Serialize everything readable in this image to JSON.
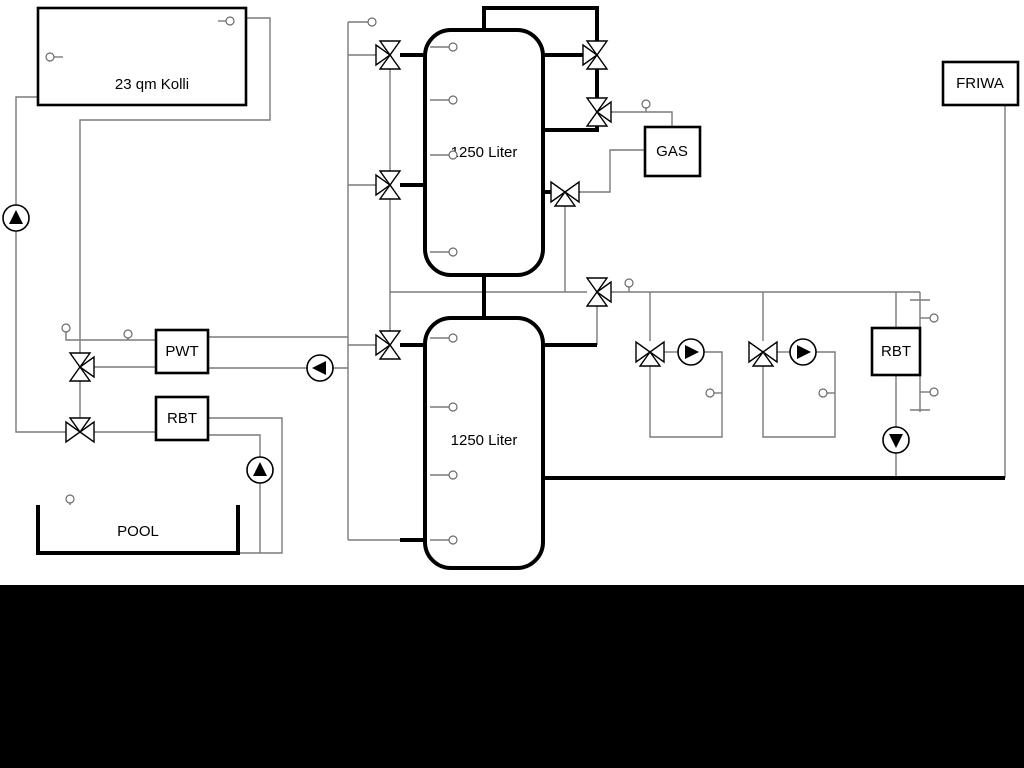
{
  "diagram": {
    "collector": {
      "label": "23 qm Kolli"
    },
    "tank_top": {
      "label": "1250 Liter"
    },
    "tank_bottom": {
      "label": "1250 Liter"
    },
    "gas_boiler": {
      "label": "GAS"
    },
    "friwa": {
      "label": "FRIWA"
    },
    "pwt": {
      "label": "PWT"
    },
    "rbt_left": {
      "label": "RBT"
    },
    "rbt_right": {
      "label": "RBT"
    },
    "pool": {
      "label": "POOL"
    }
  },
  "colors": {
    "pipe_thin": "#7a7a7a",
    "pipe_thick": "#000000",
    "footer": "#000000"
  }
}
